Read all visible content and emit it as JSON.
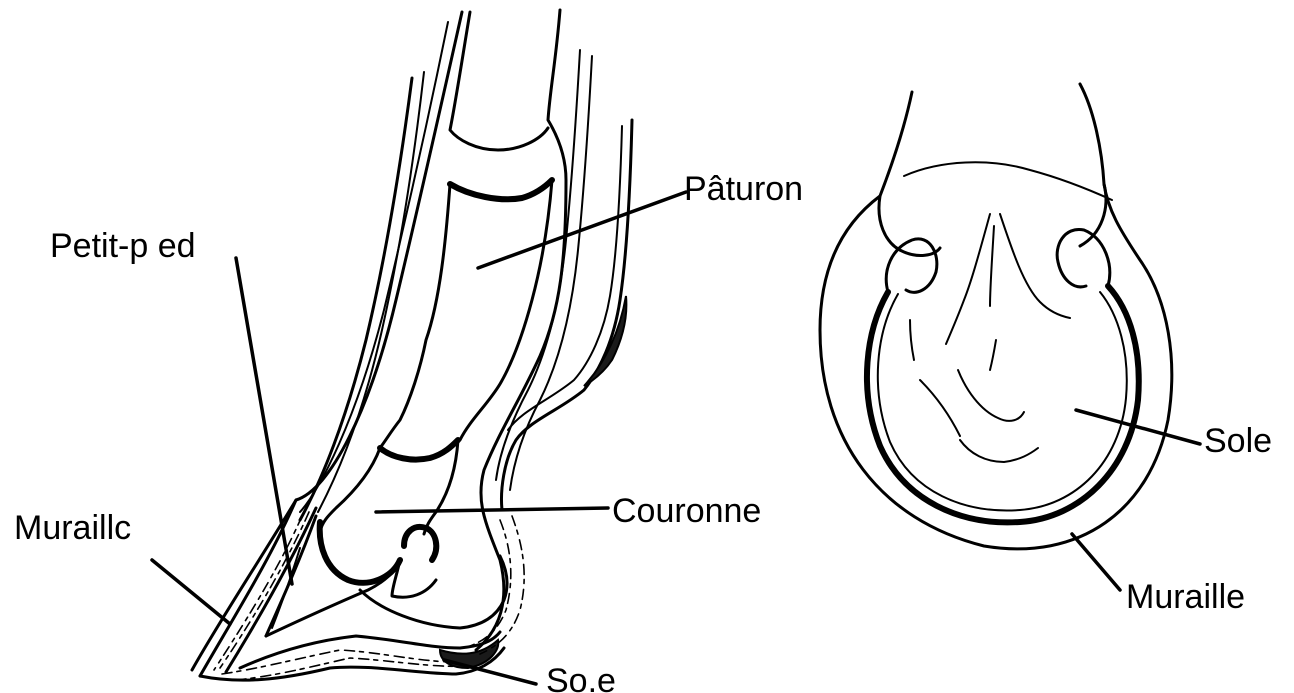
{
  "labels": {
    "paturon": "Pâturon",
    "petit_pied": "Petit-p ed",
    "couronne": "Couronne",
    "muraille_side": "Muraillc",
    "sole_side": "So.e",
    "sole_bottom": "Sole",
    "muraille_bottom": "Muraille"
  },
  "colors": {
    "ink": "#000000",
    "background": "#ffffff"
  }
}
